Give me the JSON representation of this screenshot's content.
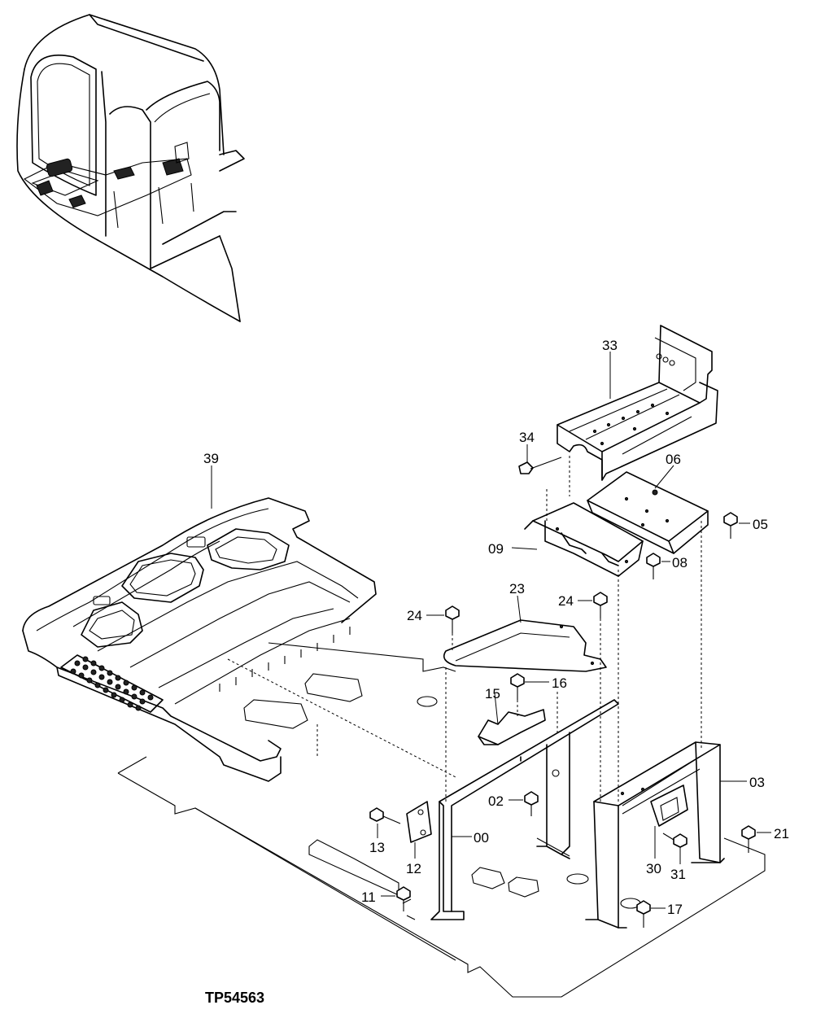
{
  "figure": {
    "reference_code": "TP54563"
  },
  "callouts": [
    {
      "id": "33",
      "label": "33"
    },
    {
      "id": "34",
      "label": "34"
    },
    {
      "id": "06",
      "label": "06"
    },
    {
      "id": "05",
      "label": "05"
    },
    {
      "id": "09",
      "label": "09"
    },
    {
      "id": "08",
      "label": "08"
    },
    {
      "id": "39",
      "label": "39"
    },
    {
      "id": "23",
      "label": "23"
    },
    {
      "id": "24a",
      "label": "24"
    },
    {
      "id": "24b",
      "label": "24"
    },
    {
      "id": "16",
      "label": "16"
    },
    {
      "id": "15",
      "label": "15"
    },
    {
      "id": "03",
      "label": "03"
    },
    {
      "id": "02",
      "label": "02"
    },
    {
      "id": "21",
      "label": "21"
    },
    {
      "id": "13",
      "label": "13"
    },
    {
      "id": "00",
      "label": "00"
    },
    {
      "id": "12",
      "label": "12"
    },
    {
      "id": "30",
      "label": "30"
    },
    {
      "id": "31",
      "label": "31"
    },
    {
      "id": "11",
      "label": "11"
    },
    {
      "id": "17",
      "label": "17"
    }
  ]
}
